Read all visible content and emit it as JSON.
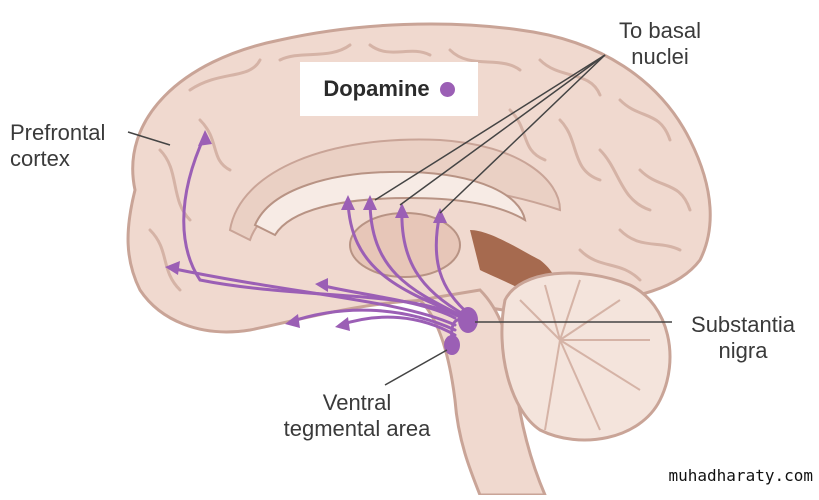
{
  "legend": {
    "label": "Dopamine",
    "color": "#9b5fb5"
  },
  "labels": {
    "prefrontal": [
      "Prefrontal",
      "cortex"
    ],
    "basal": [
      "To basal",
      "nuclei"
    ],
    "substantia": [
      "Substantia",
      "nigra"
    ],
    "ventral": [
      "Ventral",
      "tegmental area"
    ]
  },
  "watermark": "muhadharaty.com",
  "colors": {
    "pathway": "#9b5fb5",
    "brain_fill": "#f0d9cf",
    "brain_outline": "#c9a497",
    "text": "#3a3a3a"
  }
}
